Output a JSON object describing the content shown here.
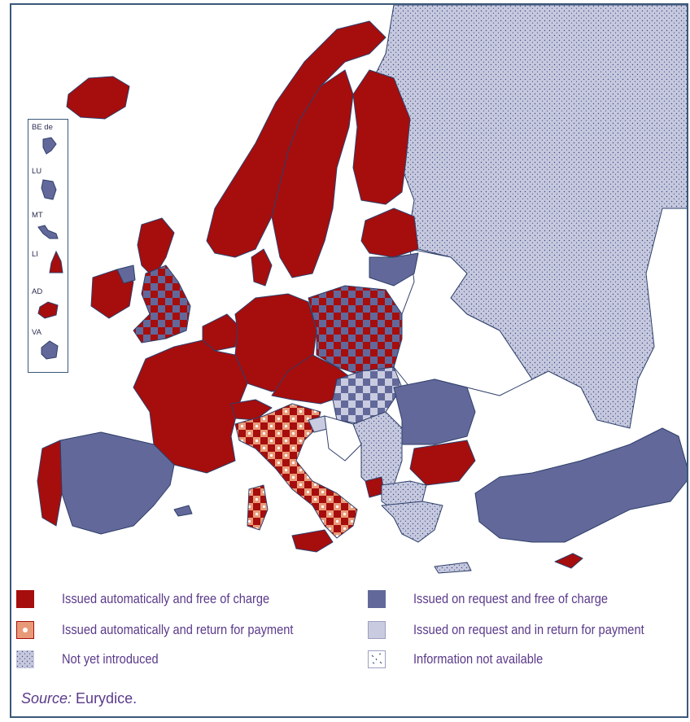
{
  "colors": {
    "auto_free": "#a60d0d",
    "auto_payment_cell": "#e89a78",
    "request_free": "#62699a",
    "request_payment": "#c9cbe0",
    "not_introduced_bg": "#c6c9de",
    "not_introduced_dot": "#3b4580",
    "border": "#3b587a",
    "text": "#5a3a8a"
  },
  "inset": {
    "labels": [
      "BE de",
      "LU",
      "MT",
      "LI",
      "AD",
      "VA"
    ]
  },
  "legend": {
    "items": [
      {
        "key": "auto_free",
        "label": "Issued automatically and free of charge"
      },
      {
        "key": "request_free",
        "label": "Issued on request and free of charge"
      },
      {
        "key": "auto_payment",
        "label": "Issued automatically and return for payment"
      },
      {
        "key": "request_payment",
        "label": "Issued on request and in return for payment"
      },
      {
        "key": "not_introduced",
        "label": "Not yet introduced"
      },
      {
        "key": "not_available",
        "label": "Information not available"
      }
    ]
  },
  "source": {
    "prefix": "Source:",
    "text": " Eurydice."
  }
}
